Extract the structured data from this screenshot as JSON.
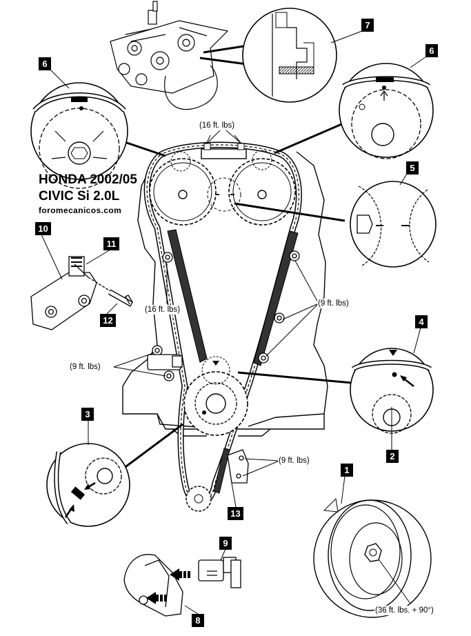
{
  "title": {
    "line1": "HONDA 2002/05",
    "line2": "CIVIC Si 2.0L",
    "line3": "foromecanicos.com"
  },
  "callouts": [
    "1",
    "2",
    "3",
    "4",
    "5",
    "6",
    "6",
    "7",
    "8",
    "9",
    "10",
    "11",
    "12",
    "13"
  ],
  "torque_specs": {
    "cam_cap": "(16 ft. lbs)",
    "guide_left": "(16 ft. lbs)",
    "guide_right": "(9 ft. lbs)",
    "tensioner_bolts": "(9 ft. lbs)",
    "lower_guide": "(9 ft. lbs)",
    "crank_bolt": "(36 ft. lbs. + 90°)"
  }
}
